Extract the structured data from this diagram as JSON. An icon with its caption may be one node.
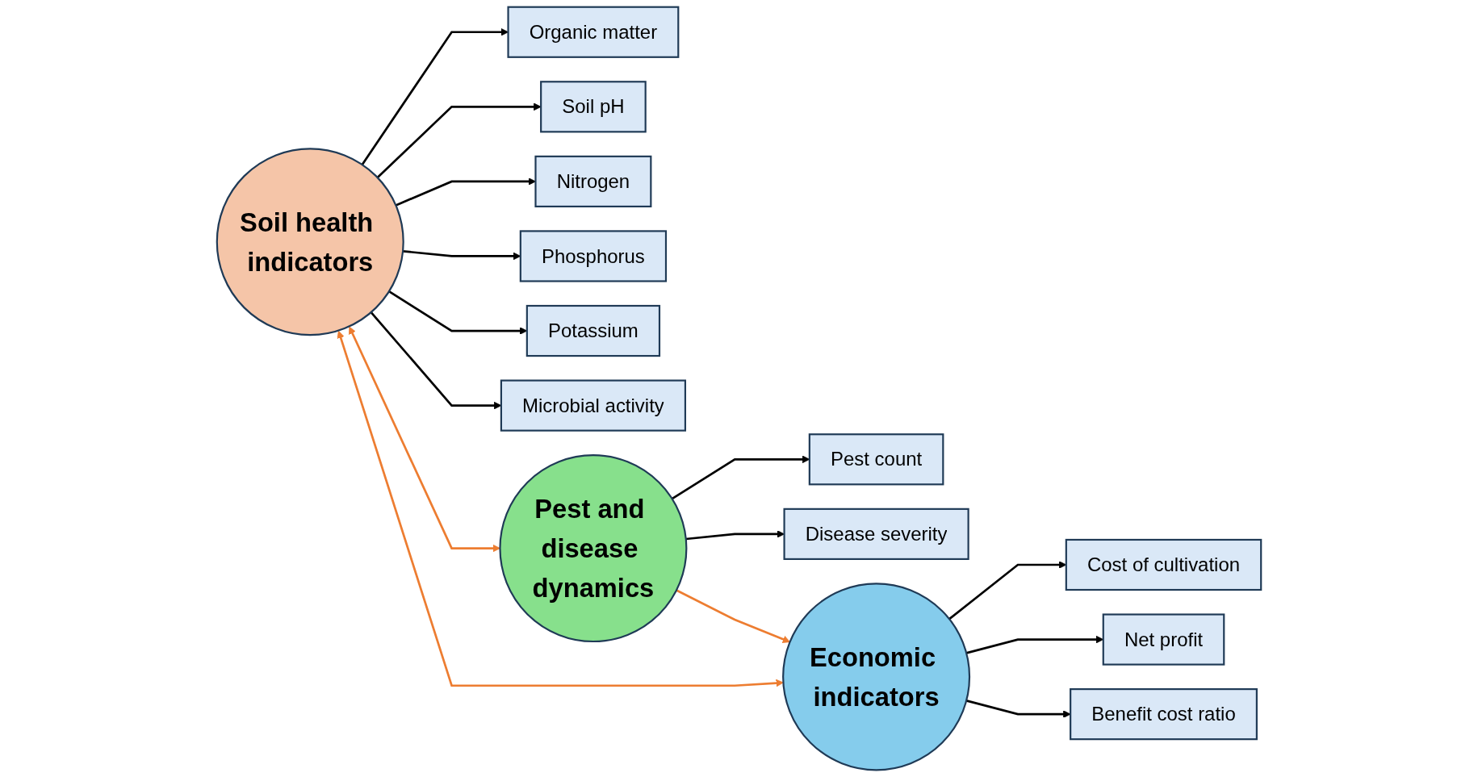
{
  "diagram": {
    "nodes": [
      {
        "text": [
          "Soil health indicators"
        ]
      },
      {
        "text": [
          "Organic matter"
        ]
      },
      {
        "text": [
          "Soil pH"
        ]
      },
      {
        "text": [
          "Nitrogen"
        ]
      },
      {
        "text": [
          "Phosphorus"
        ]
      },
      {
        "text": [
          "Potassium"
        ]
      },
      {
        "text": [
          "Microbial activity"
        ]
      },
      {
        "text": [
          "Pest and disease dynamics"
        ]
      },
      {
        "text": [
          "Pest count"
        ]
      },
      {
        "text": [
          "Disease severity"
        ]
      },
      {
        "text": [
          "Economic indicators"
        ]
      },
      {
        "text": [
          "Cost of cultivation"
        ]
      },
      {
        "text": [
          "Net profit"
        ]
      },
      {
        "text": [
          "Benefit cost ratio"
        ]
      }
    ],
    "edges": [
      {
        "from": 0,
        "to": 1,
        "arrow": "to"
      },
      {
        "from": 0,
        "to": 2,
        "arrow": "to"
      },
      {
        "from": 0,
        "to": 3,
        "arrow": "to"
      },
      {
        "from": 0,
        "to": 4,
        "arrow": "to"
      },
      {
        "from": 0,
        "to": 5,
        "arrow": "to"
      },
      {
        "from": 0,
        "to": 6,
        "arrow": "to"
      },
      {
        "from": 0,
        "to": 10,
        "arrow": "both",
        "color": "#ed7d31"
      },
      {
        "from": 0,
        "to": 7,
        "arrow": "both",
        "color": "#ed7d31"
      },
      {
        "from": 7,
        "to": 8,
        "arrow": "to"
      },
      {
        "from": 7,
        "to": 9,
        "arrow": "to"
      },
      {
        "from": 7,
        "to": 10,
        "arrow": "to",
        "color": "#ed7d31"
      },
      {
        "from": 10,
        "to": 11,
        "arrow": "to"
      },
      {
        "from": 10,
        "to": 12,
        "arrow": "to"
      },
      {
        "from": 10,
        "to": 13,
        "arrow": "to"
      }
    ]
  }
}
